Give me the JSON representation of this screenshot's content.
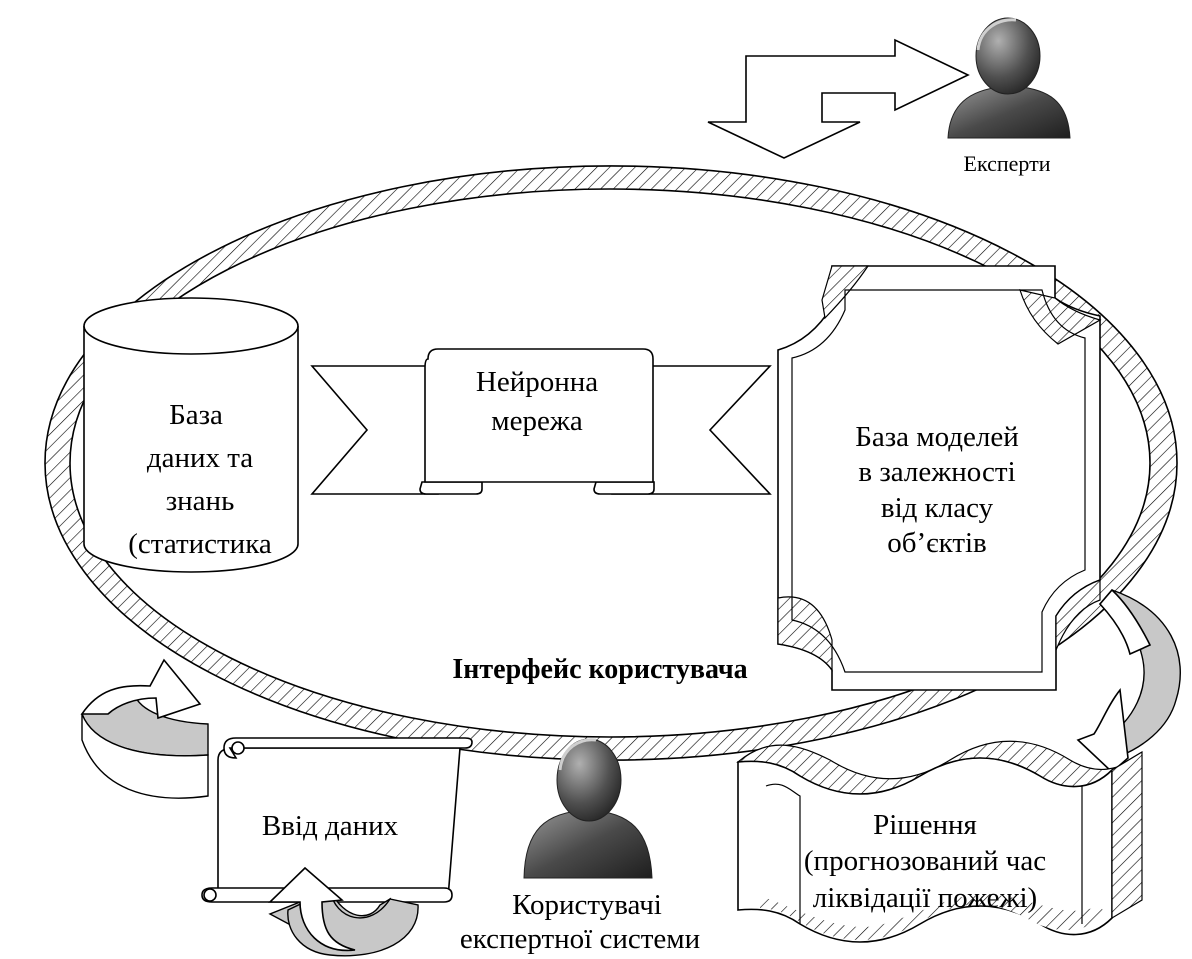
{
  "experts_label": "Експерти",
  "database": {
    "line1": "База",
    "line2": "даних та",
    "line3": "знань",
    "line4": "(статистика"
  },
  "neural_network": {
    "line1": "Нейронна",
    "line2": "мережа"
  },
  "model_base": {
    "line1": "База моделей",
    "line2": "в залежності",
    "line3": "від класу",
    "line4": "об’єктів"
  },
  "user_interface_label": "Інтерфейс користувача",
  "data_input_label": "Ввід даних",
  "solution": {
    "line1": "Рішення",
    "line2": "(прогнозований час",
    "line3": "ліквідації пожежі)"
  },
  "users": {
    "line1": "Користувачі",
    "line2": "експертної системи"
  },
  "colors": {
    "stroke": "#000000",
    "arrow_fill": "#c8c8c8",
    "person_dark": "#3a3a3a",
    "person_light": "#9a9a9a",
    "background": "#ffffff"
  }
}
